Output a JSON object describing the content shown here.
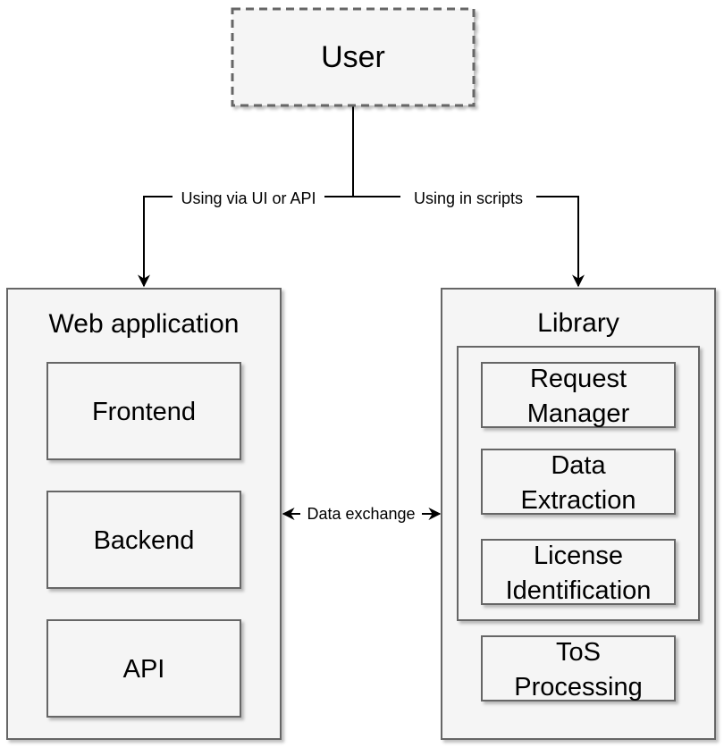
{
  "colors": {
    "box_fill": "#f5f5f5",
    "box_stroke": "#666666",
    "line": "#000000",
    "background": "#ffffff"
  },
  "nodes": {
    "user": "User",
    "web_app": {
      "title": "Web application",
      "frontend": "Frontend",
      "backend": "Backend",
      "api": "API"
    },
    "library": {
      "title": "Library",
      "request_manager": [
        "Request",
        "Manager"
      ],
      "data_extraction": [
        "Data",
        "Extraction"
      ],
      "license_identification": [
        "License",
        "Identification"
      ],
      "tos_processing": [
        "ToS",
        "Processing"
      ]
    }
  },
  "edges": {
    "ui_or_api": "Using via UI or API",
    "in_scripts": "Using in scripts",
    "data_exchange": "Data exchange"
  }
}
